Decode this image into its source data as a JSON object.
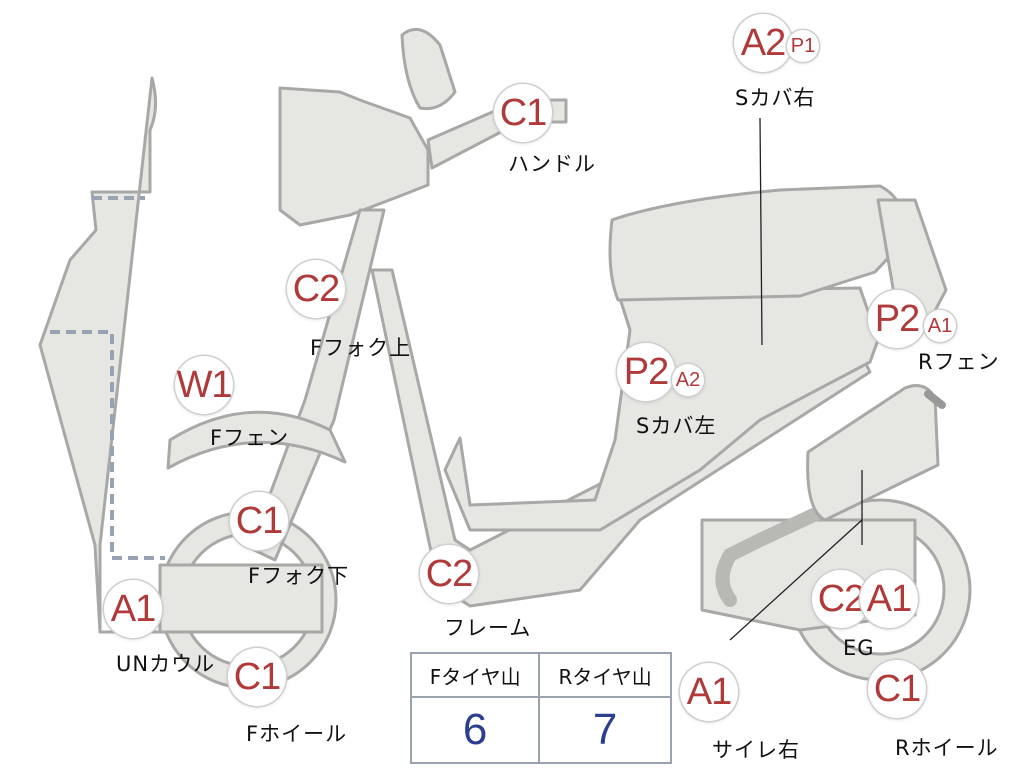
{
  "parts": {
    "s_cover_right": {
      "codes": [
        "A2",
        "P1"
      ],
      "label": "Sカバ右"
    },
    "handle": {
      "codes": [
        "C1"
      ],
      "label": "ハンドル"
    },
    "f_fork_upper": {
      "codes": [
        "C2"
      ],
      "label": "Fフォク上"
    },
    "f_fender": {
      "codes": [
        "W1"
      ],
      "label": "Fフェン"
    },
    "f_fork_lower": {
      "codes": [
        "C1"
      ],
      "label": "Fフォク下"
    },
    "un_cowl": {
      "codes": [
        "A1"
      ],
      "label": "UNカウル"
    },
    "f_wheel": {
      "codes": [
        "C1"
      ],
      "label": "Fホイール"
    },
    "frame": {
      "codes": [
        "C2"
      ],
      "label": "フレーム"
    },
    "s_cover_left": {
      "codes": [
        "P2",
        "A2"
      ],
      "label": "Sカバ左"
    },
    "r_fender": {
      "codes": [
        "P2",
        "A1"
      ],
      "label": "Rフェン"
    },
    "engine": {
      "codes": [
        "C2",
        "A1"
      ],
      "label": "EG"
    },
    "muffler_right": {
      "codes": [
        "A1"
      ],
      "label": "サイレ右"
    },
    "r_wheel": {
      "codes": [
        "C1"
      ],
      "label": "Rホイール"
    }
  },
  "tire_tread": {
    "front_header": "Fタイヤ山",
    "rear_header": "Rタイヤ山",
    "front_value": "6",
    "rear_value": "7"
  },
  "colors": {
    "code_text": "#b03a3a",
    "tread_value": "#2c3f8f",
    "part_fill": "#e6e6e3",
    "part_outline": "#a7a9a6"
  }
}
